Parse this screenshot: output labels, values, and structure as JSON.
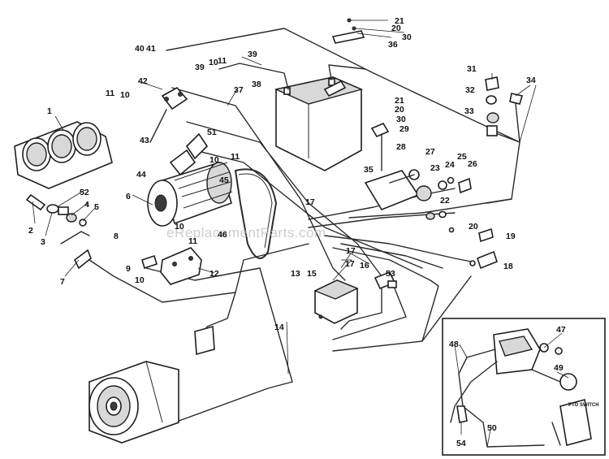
{
  "watermark": "eReplacementParts.com",
  "inset": {
    "label": "PTO SWITCH"
  },
  "callouts": {
    "c1": "1",
    "c2": "2",
    "c3": "3",
    "c4": "4",
    "c5": "5",
    "c6": "6",
    "c7": "7",
    "c8": "8",
    "c9": "9",
    "c10": "10",
    "c10b": "10",
    "c10c": "10",
    "c10d": "10",
    "c10e": "10",
    "c11": "11",
    "c11b": "11",
    "c11c": "11",
    "c11d": "11",
    "c12": "12",
    "c13": "13",
    "c14": "14",
    "c15": "15",
    "c16": "16",
    "c17": "17",
    "c17b": "17",
    "c17c": "17",
    "c18": "18",
    "c19": "19",
    "c20": "20",
    "c20b": "20",
    "c20c": "20",
    "c21": "21",
    "c21b": "21",
    "c22": "22",
    "c23": "23",
    "c24": "24",
    "c25": "25",
    "c26": "26",
    "c27": "27",
    "c28": "28",
    "c29": "29",
    "c30": "30",
    "c30b": "30",
    "c31": "31",
    "c32": "32",
    "c33": "33",
    "c34": "34",
    "c35": "35",
    "c36": "36",
    "c37": "37",
    "c38": "38",
    "c39": "39",
    "c39b": "39",
    "c40": "40",
    "c41": "41",
    "c42": "42",
    "c43": "43",
    "c44": "44",
    "c45": "45",
    "c46": "46",
    "c47": "47",
    "c48": "48",
    "c49": "49",
    "c50": "50",
    "c51": "51",
    "c52": "52",
    "c53": "53",
    "c54": "54"
  }
}
